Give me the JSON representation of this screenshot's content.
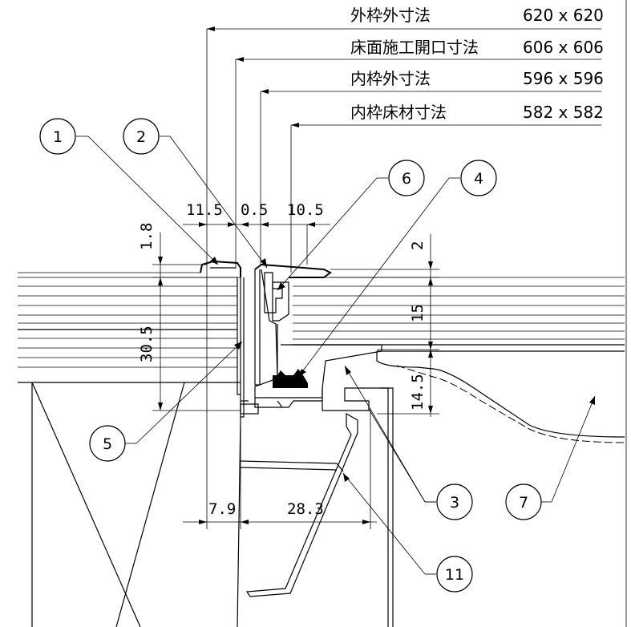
{
  "table": {
    "rows": [
      {
        "label": "外枠外寸法",
        "value": "620 x 620"
      },
      {
        "label": "床面施工開口寸法",
        "value": "606 x 606"
      },
      {
        "label": "内枠外寸法",
        "value": "596 x 596"
      },
      {
        "label": "内枠床材寸法",
        "value": "582 x 582"
      }
    ]
  },
  "dimensions": {
    "top_11_5": "11.5",
    "top_0_5": "0.5",
    "top_10_5": "10.5",
    "left_1_8": "1.8",
    "left_30_5": "30.5",
    "right_2": "2",
    "right_15": "15",
    "right_14_5": "14.5",
    "bottom_7_9": "7.9",
    "bottom_28_3": "28.3"
  },
  "callouts": {
    "c1": "1",
    "c2": "2",
    "c3": "3",
    "c4": "4",
    "c5": "5",
    "c6": "6",
    "c7": "7",
    "c11": "11"
  }
}
